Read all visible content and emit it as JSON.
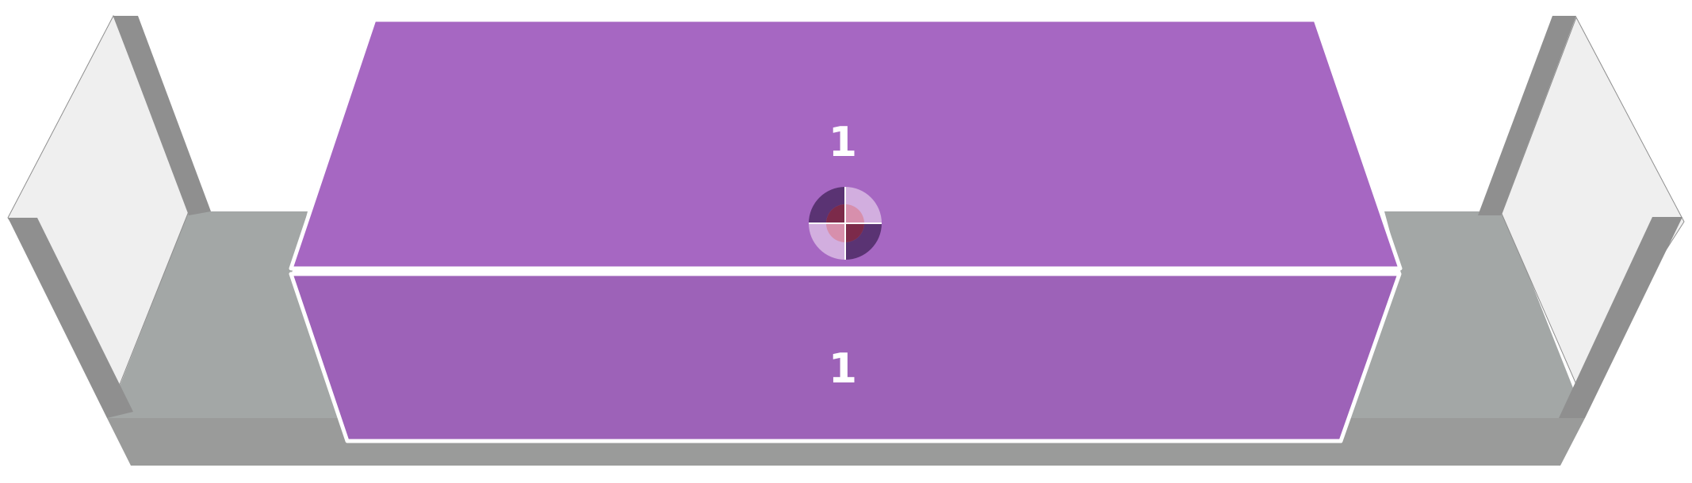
{
  "scene": {
    "background_color": "#ffffff",
    "floor_color": "#9a9b9a",
    "side_platform_color": "#a3a7a6",
    "glass_panel_color": "#efefef",
    "glass_frame_color": "#8f8f8f",
    "block_top_color": "#a667c2",
    "block_bottom_color": "#9d62b8",
    "outline_color": "#ffffff"
  },
  "blocks": [
    {
      "id": "top-block",
      "label": "1"
    },
    {
      "id": "bottom-block",
      "label": "1"
    }
  ],
  "target_marker": {
    "icon": "crosshair-target-icon",
    "dark_color": "#5a3373",
    "light_color": "#d2aedf",
    "center_color": "#d88aa3",
    "core_color": "#6e1c3c"
  }
}
